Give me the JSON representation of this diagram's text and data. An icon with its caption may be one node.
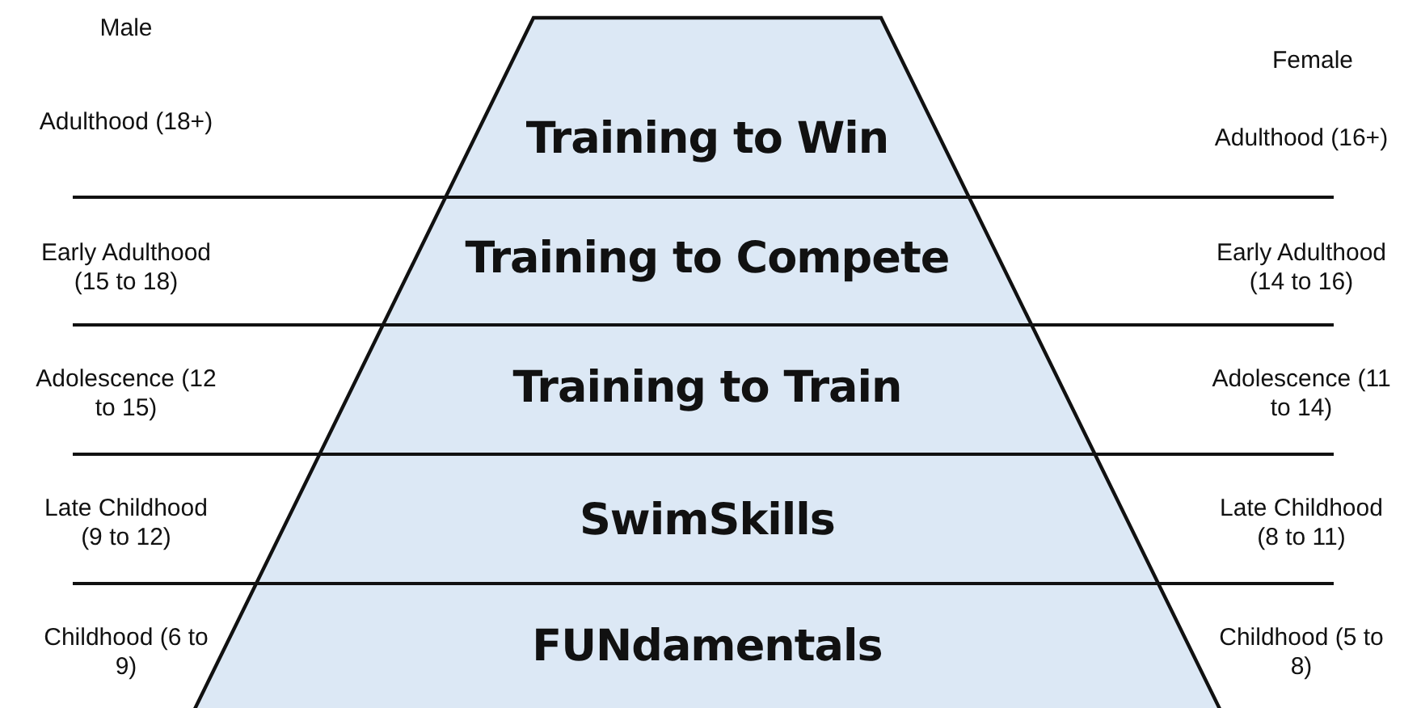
{
  "diagram": {
    "nodes": [
      {
        "text": [
          "Training to Win"
        ]
      },
      {
        "text": [
          "Training to Compete"
        ]
      },
      {
        "text": [
          "Training to Train"
        ]
      },
      {
        "text": [
          "SwimSkills"
        ]
      },
      {
        "text": [
          "FUNdamentals"
        ]
      }
    ],
    "labels": [
      "Male",
      "Female",
      "Adulthood (18+)",
      "Adulthood (16+)",
      "Early Adulthood (15 to 18)",
      "Early Adulthood (14 to 16)",
      "Adolescence (12 to 15)",
      "Adolescence (11 to 14)",
      "Late Childhood (9 to 12)",
      "Late Childhood (8 to 11)",
      "Childhood (6 to 9)",
      "Childhood (5 to 8)"
    ]
  }
}
